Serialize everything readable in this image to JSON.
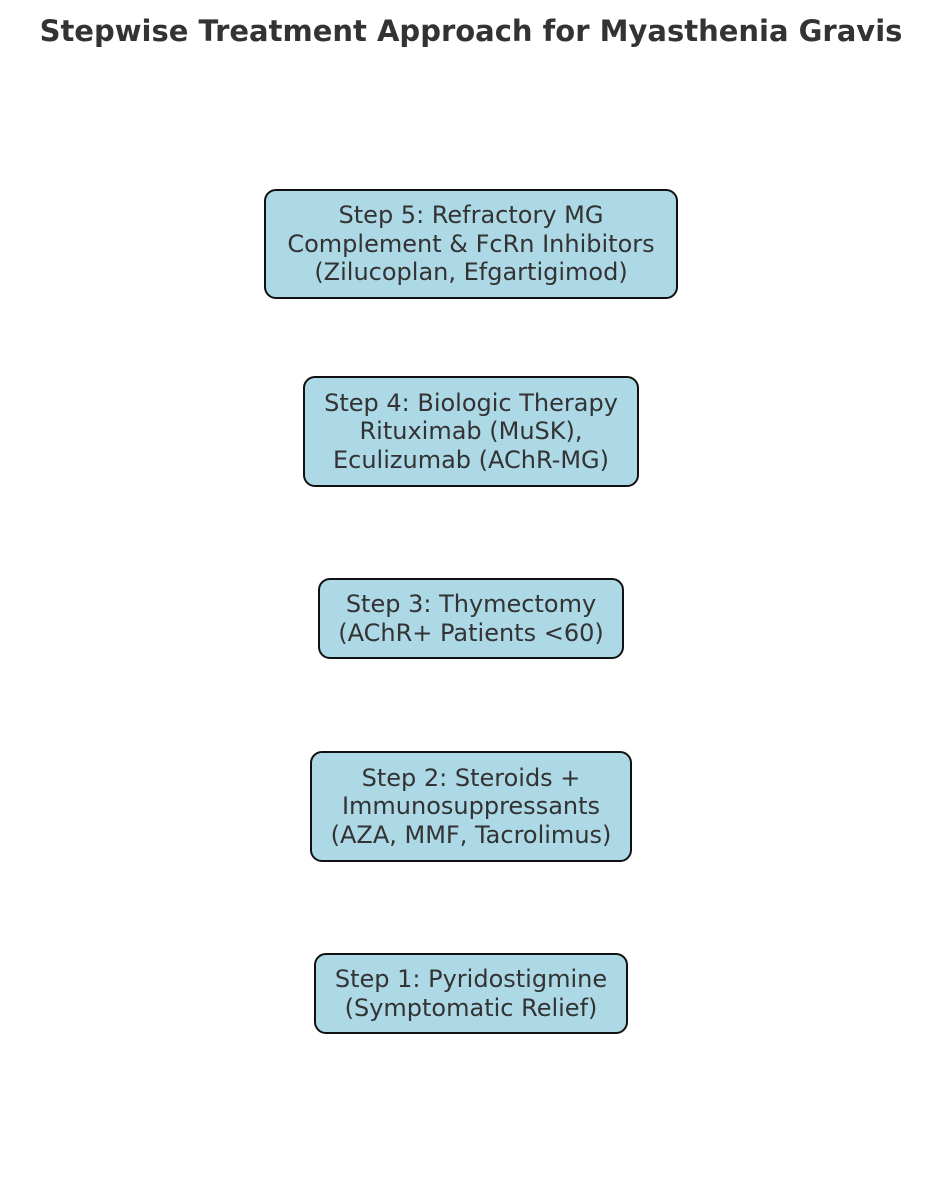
{
  "title": "Stepwise Treatment Approach for Myasthenia Gravis",
  "colors": {
    "box_fill": "#add8e6",
    "box_border": "#111111",
    "text": "#333333"
  },
  "steps": [
    {
      "id": "step-5",
      "lines": [
        "Step 5: Refractory MG",
        "Complement & FcRn Inhibitors",
        "(Zilucoplan, Efgartigimod)"
      ]
    },
    {
      "id": "step-4",
      "lines": [
        "Step 4: Biologic Therapy",
        "Rituximab (MuSK),",
        "Eculizumab (AChR-MG)"
      ]
    },
    {
      "id": "step-3",
      "lines": [
        "Step 3: Thymectomy",
        "(AChR+ Patients <60)"
      ]
    },
    {
      "id": "step-2",
      "lines": [
        "Step 2: Steroids +",
        "Immunosuppressants",
        "(AZA, MMF, Tacrolimus)"
      ]
    },
    {
      "id": "step-1",
      "lines": [
        "Step 1: Pyridostigmine",
        "(Symptomatic Relief)"
      ]
    }
  ]
}
